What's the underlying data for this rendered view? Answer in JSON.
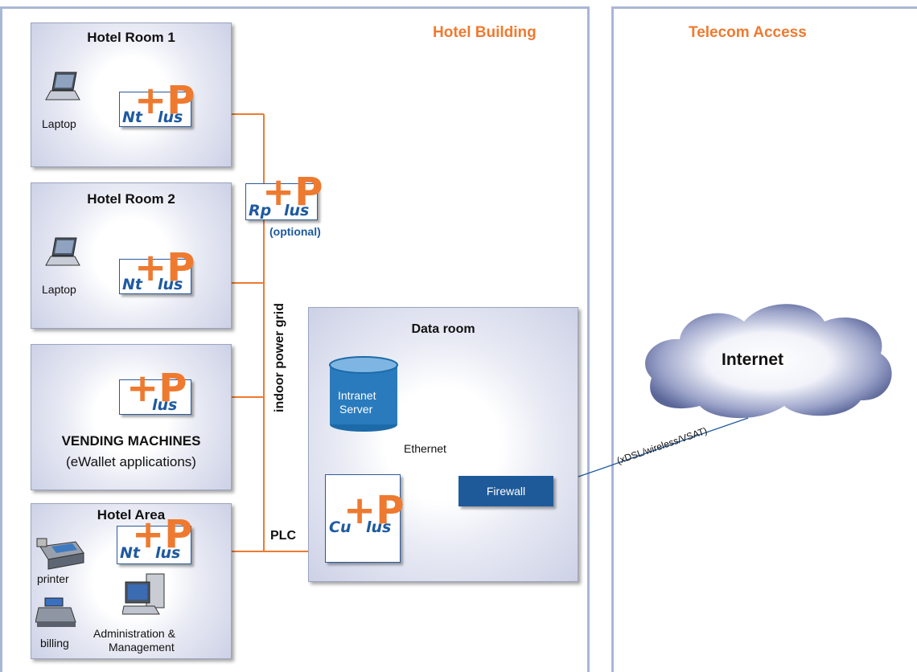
{
  "sections": {
    "hotel_building": "Hotel Building",
    "telecom_access": "Telecom Access"
  },
  "rooms": {
    "room1": {
      "title": "Hotel Room 1",
      "device_label": "Laptop",
      "box": {
        "prefix": "Nt",
        "suffix": "lus"
      }
    },
    "room2": {
      "title": "Hotel Room 2",
      "device_label": "Laptop",
      "box": {
        "prefix": "Nt",
        "suffix": "lus"
      }
    },
    "vending": {
      "title_line1": "VENDING MACHINES",
      "title_line2": "(eWallet applications)",
      "box": {
        "prefix": "",
        "suffix": "lus"
      }
    },
    "area": {
      "title": "Hotel Area",
      "printer": "printer",
      "billing": "billing",
      "admin_line1": "Administration &",
      "admin_line2": "Management",
      "box": {
        "prefix": "Nt",
        "suffix": "lus"
      }
    }
  },
  "repeater": {
    "prefix": "Rp",
    "suffix": "lus",
    "note": "(optional)"
  },
  "grid": {
    "label": "indoor power grid",
    "plc": "PLC"
  },
  "data_room": {
    "title": "Data room",
    "server_line1": "Intranet",
    "server_line2": "Server",
    "ethernet": "Ethernet",
    "box": {
      "prefix": "Cu",
      "suffix": "lus"
    },
    "firewall": "Firewall"
  },
  "internet": {
    "label": "Internet",
    "link": "(xDSL/wireless/VSAT)"
  },
  "colors": {
    "orange": "#ee7a30",
    "blue": "#1e5aa0",
    "frame": "#aab6d6"
  }
}
